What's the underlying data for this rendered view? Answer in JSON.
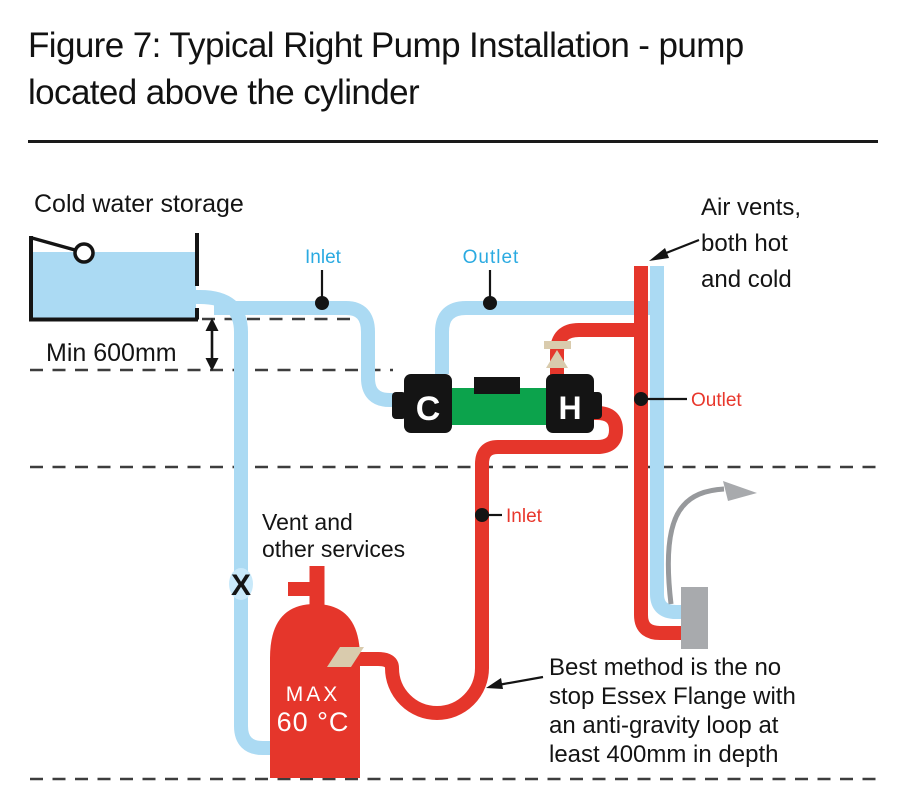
{
  "title": {
    "line1": "Figure 7: Typical Right Pump Installation - pump",
    "line2": "located above the cylinder"
  },
  "diagram": {
    "tank_label": "Cold water storage",
    "min_head_label": "Min 600mm",
    "air_vent_label_lines": [
      "Air vents,",
      "both hot",
      "and cold"
    ],
    "cold_pump_inlet_label": "Inlet",
    "cold_pump_outlet_label": "Outlet",
    "hot_outlet_label": "Outlet",
    "hot_inlet_label": "Inlet",
    "vent_services_lines": [
      "Vent and",
      "other services"
    ],
    "cylinder_max_label": "MAX",
    "cylinder_temp_label": "60 °C",
    "pump_cold_port_label": "C",
    "pump_hot_port_label": "H",
    "valve_marker": "X",
    "best_method_lines": [
      "Best method is  the no",
      "stop Essex Flange with",
      "an anti-gravity loop at",
      "least 400mm in depth"
    ]
  },
  "colors": {
    "pipe_cold": "#abdaf3",
    "pipe_hot": "#e5362b",
    "label_cold": "#2aaae1",
    "label_hot": "#e8372c",
    "pump_green": "#0ca34c",
    "pump_black": "#141414",
    "valve_beige": "#d9cbad",
    "shower_gray": "#a8aaad",
    "text_black": "#141414"
  }
}
